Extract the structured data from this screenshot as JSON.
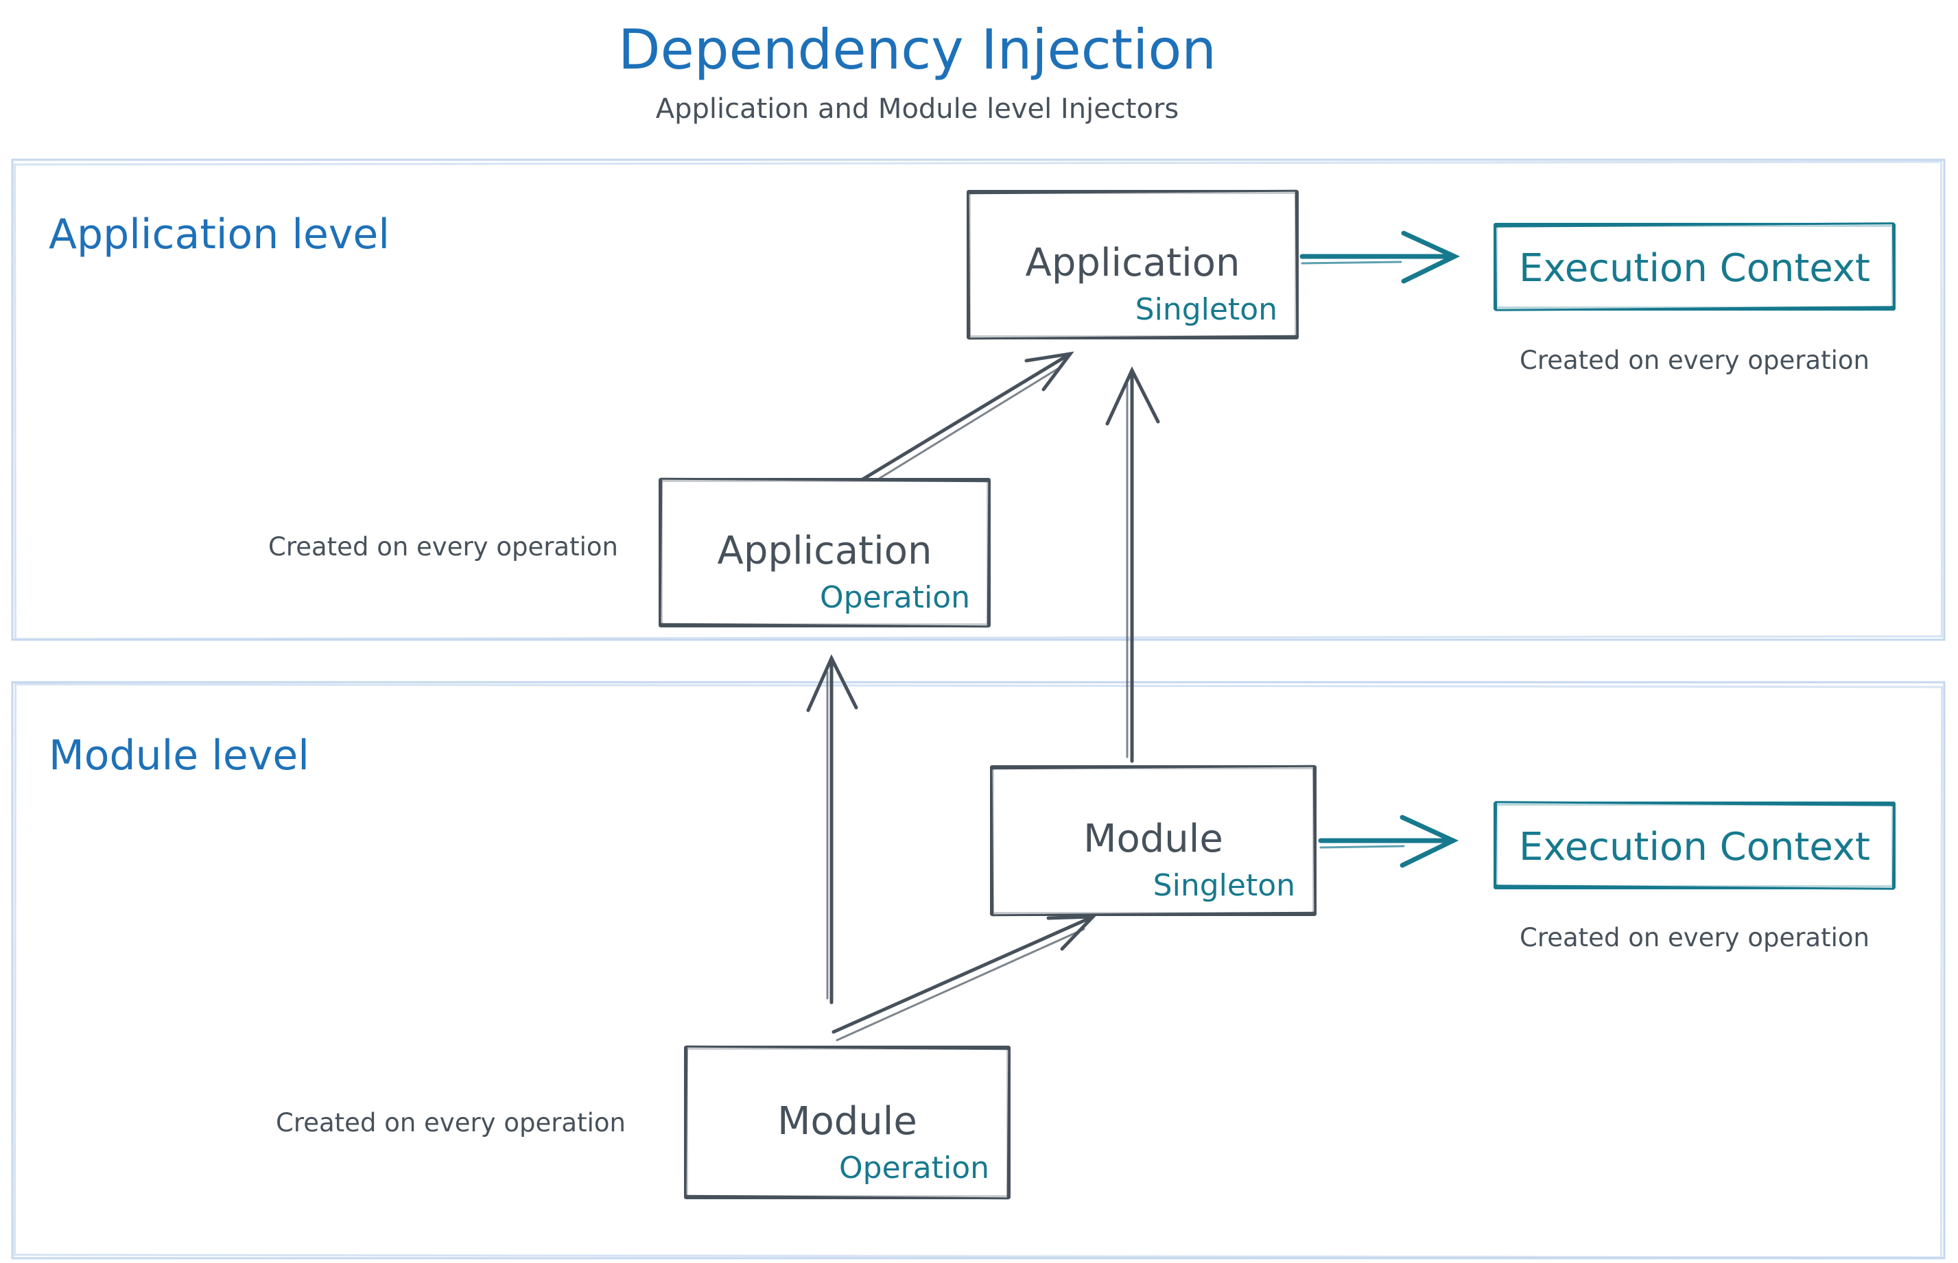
{
  "title": "Dependency Injection",
  "subtitle": "Application and Module level Injectors",
  "colors": {
    "blue": "#1e71b8",
    "ink": "#47515b",
    "teal": "#17798e",
    "frame": "#c4d7ee",
    "background": "#ffffff"
  },
  "sections": {
    "application": {
      "label": "Application level"
    },
    "module": {
      "label": "Module level"
    }
  },
  "nodes": {
    "app_singleton": {
      "title": "Application",
      "scope": "Singleton"
    },
    "app_operation": {
      "title": "Application",
      "scope": "Operation",
      "caption": "Created on every operation"
    },
    "ec_application": {
      "title": "Execution Context",
      "caption": "Created on every operation"
    },
    "module_singleton": {
      "title": "Module",
      "scope": "Singleton"
    },
    "module_operation": {
      "title": "Module",
      "scope": "Operation",
      "caption": "Created on every operation"
    },
    "ec_module": {
      "title": "Execution Context",
      "caption": "Created on every operation"
    }
  },
  "edges": [
    {
      "from": "app_operation",
      "to": "app_singleton"
    },
    {
      "from": "module_singleton",
      "to": "app_singleton"
    },
    {
      "from": "app_singleton",
      "to": "ec_application"
    },
    {
      "from": "module_operation",
      "to": "app_operation"
    },
    {
      "from": "module_operation",
      "to": "module_singleton"
    },
    {
      "from": "module_singleton",
      "to": "ec_module"
    }
  ]
}
